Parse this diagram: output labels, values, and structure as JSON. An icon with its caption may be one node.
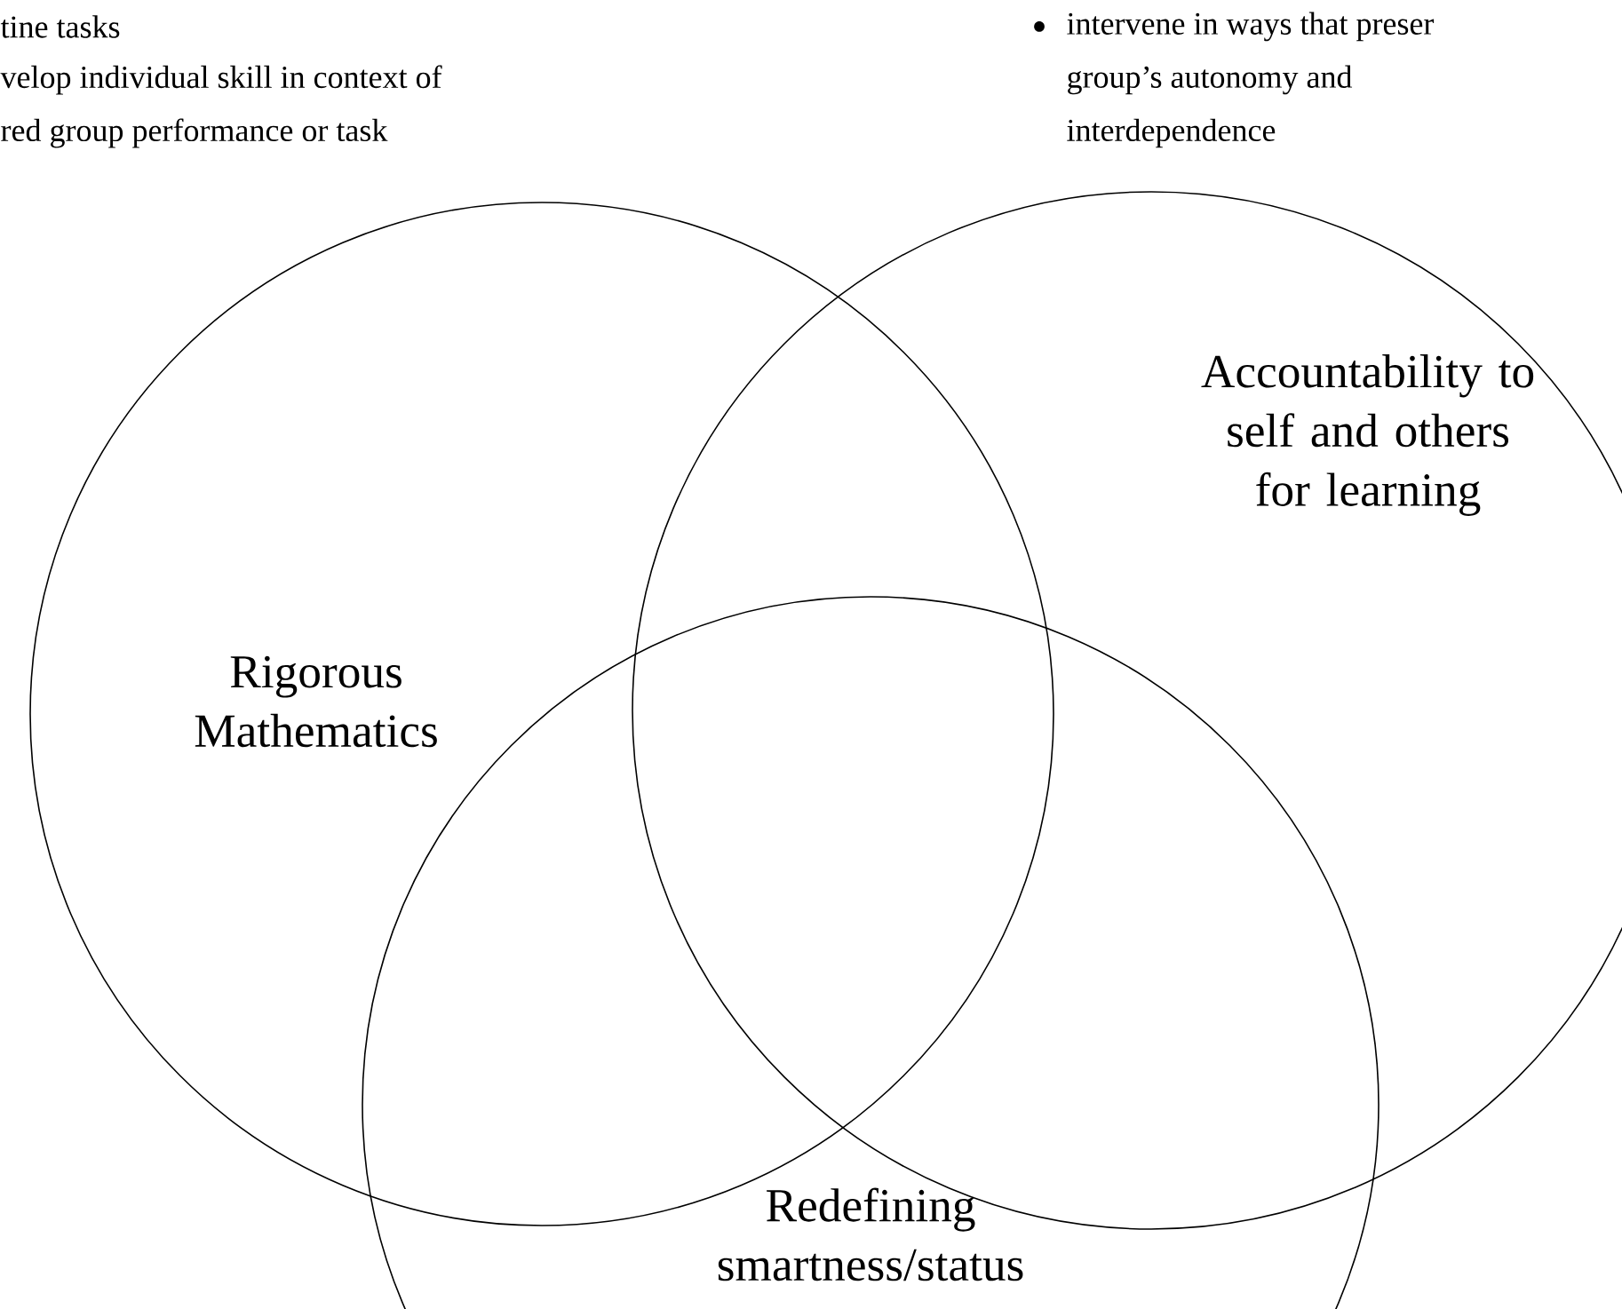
{
  "diagram": {
    "nodes": [
      {
        "text": [
          "Rigorous Mathematics"
        ]
      },
      {
        "text": [
          "Accountability to self and others for learning"
        ]
      },
      {
        "text": [
          "Redefining smartness/status"
        ]
      }
    ],
    "labels": [
      "tine tasks",
      "velop individual skill in context of",
      "red group performance or task",
      "intervene in ways that preser",
      "group’s autonomy and",
      "interdependence"
    ]
  }
}
